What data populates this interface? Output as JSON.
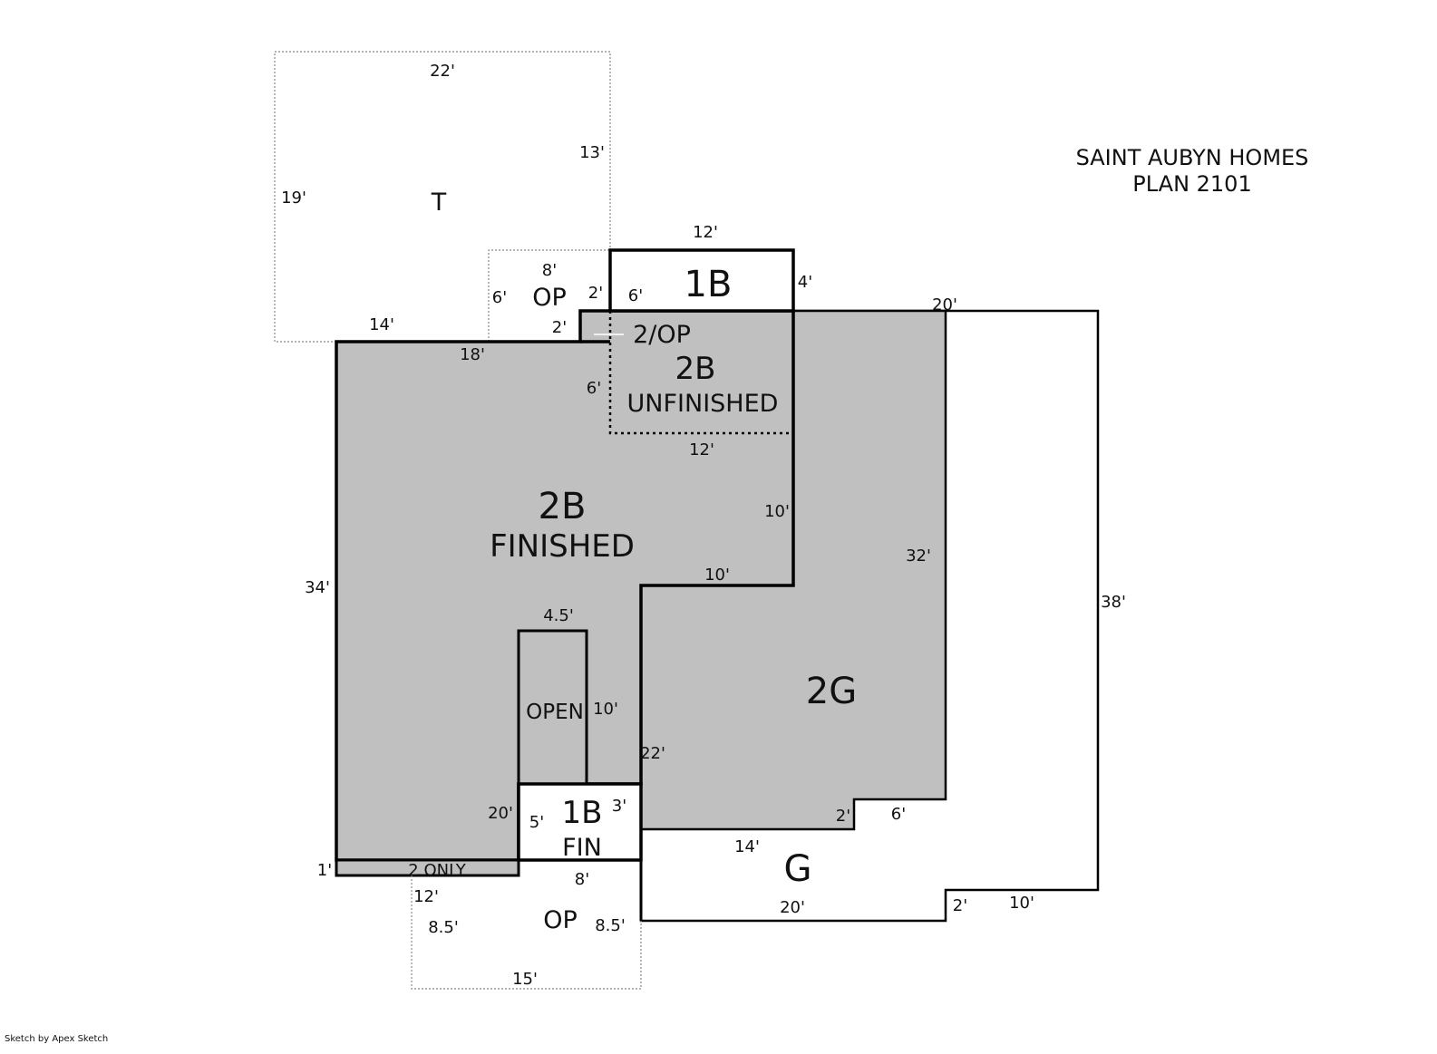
{
  "title": {
    "line1": "SAINT AUBYN HOMES",
    "line2": "PLAN 2101"
  },
  "footer": "Sketch by Apex Sketch",
  "colors": {
    "fill": "#c0c0c0",
    "line": "#000000",
    "dotted": "#888888"
  },
  "areas": {
    "t": "T",
    "op_top": "OP",
    "b1_top": "1B",
    "op2": "2/OP",
    "b2_unf": "2B",
    "unfinished": "UNFINISHED",
    "b2_fin": "2B",
    "finished": "FINISHED",
    "open": "OPEN",
    "g2": "2G",
    "b1_fin": "1B",
    "fin": "FIN",
    "two_only": "2 ONLY",
    "g": "G",
    "op_bottom": "OP"
  },
  "dims": {
    "t_top": "22'",
    "t_right": "13'",
    "t_left": "19'",
    "b1_top": "12'",
    "op_top": "8'",
    "op_left": "6'",
    "op_right": "2'",
    "b1_left": "6'",
    "b1_right": "4'",
    "step_top": "2'",
    "left_top": "14'",
    "fin_top": "18'",
    "unf_left": "6'",
    "unf_bottom": "12'",
    "g2_top": "20'",
    "fin_right": "10'",
    "fin_step": "10'",
    "left": "34'",
    "g2_right": "32'",
    "g_right": "38'",
    "open_top": "4.5'",
    "open_right": "10'",
    "g2_left": "22'",
    "fin_left": "20'",
    "b1fin_left": "5'",
    "b1fin_right": "3'",
    "g2_step_v": "2'",
    "g2_step_h": "6'",
    "g2_bottom": "14'",
    "one": "1'",
    "op_b_top": "8'",
    "op_b_12": "12'",
    "op_b_left": "8.5'",
    "op_b_right": "8.5'",
    "op_b_bottom": "15'",
    "g_bottom": "20'",
    "g_step_v": "2'",
    "g_step_h": "10'"
  }
}
